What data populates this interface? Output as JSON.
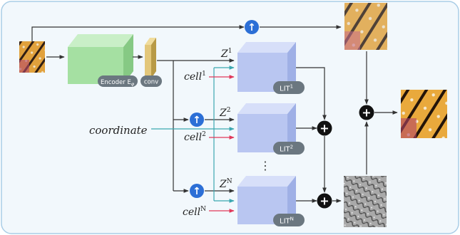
{
  "diagram": {
    "encoder_label": "Encoder E",
    "encoder_subscript": "φ",
    "conv_label": "conv",
    "coordinate_label": "coordinate",
    "z_symbol": "Z",
    "z_superscripts": [
      "1",
      "2",
      "N"
    ],
    "cell_word": "cell",
    "cell_superscripts": [
      "1",
      "2",
      "N"
    ],
    "lit_label": "LIT",
    "lit_superscripts": [
      "1",
      "2",
      "N"
    ],
    "vdots": "⋮",
    "upsample_glyph": "↑",
    "plus_glyph": "+",
    "colors": {
      "panel_bg": "#f2f8fc",
      "panel_border": "#a9cde6",
      "encoder_fill": "#a5e0a2",
      "conv_fill": "#e3c77a",
      "lit_fill": "#b9c6f1",
      "badge_fill": "#6b7780",
      "upsample_fill": "#2c6fd6",
      "teal_arrow": "#3ba7b0",
      "red_arrow": "#e1385a"
    }
  }
}
